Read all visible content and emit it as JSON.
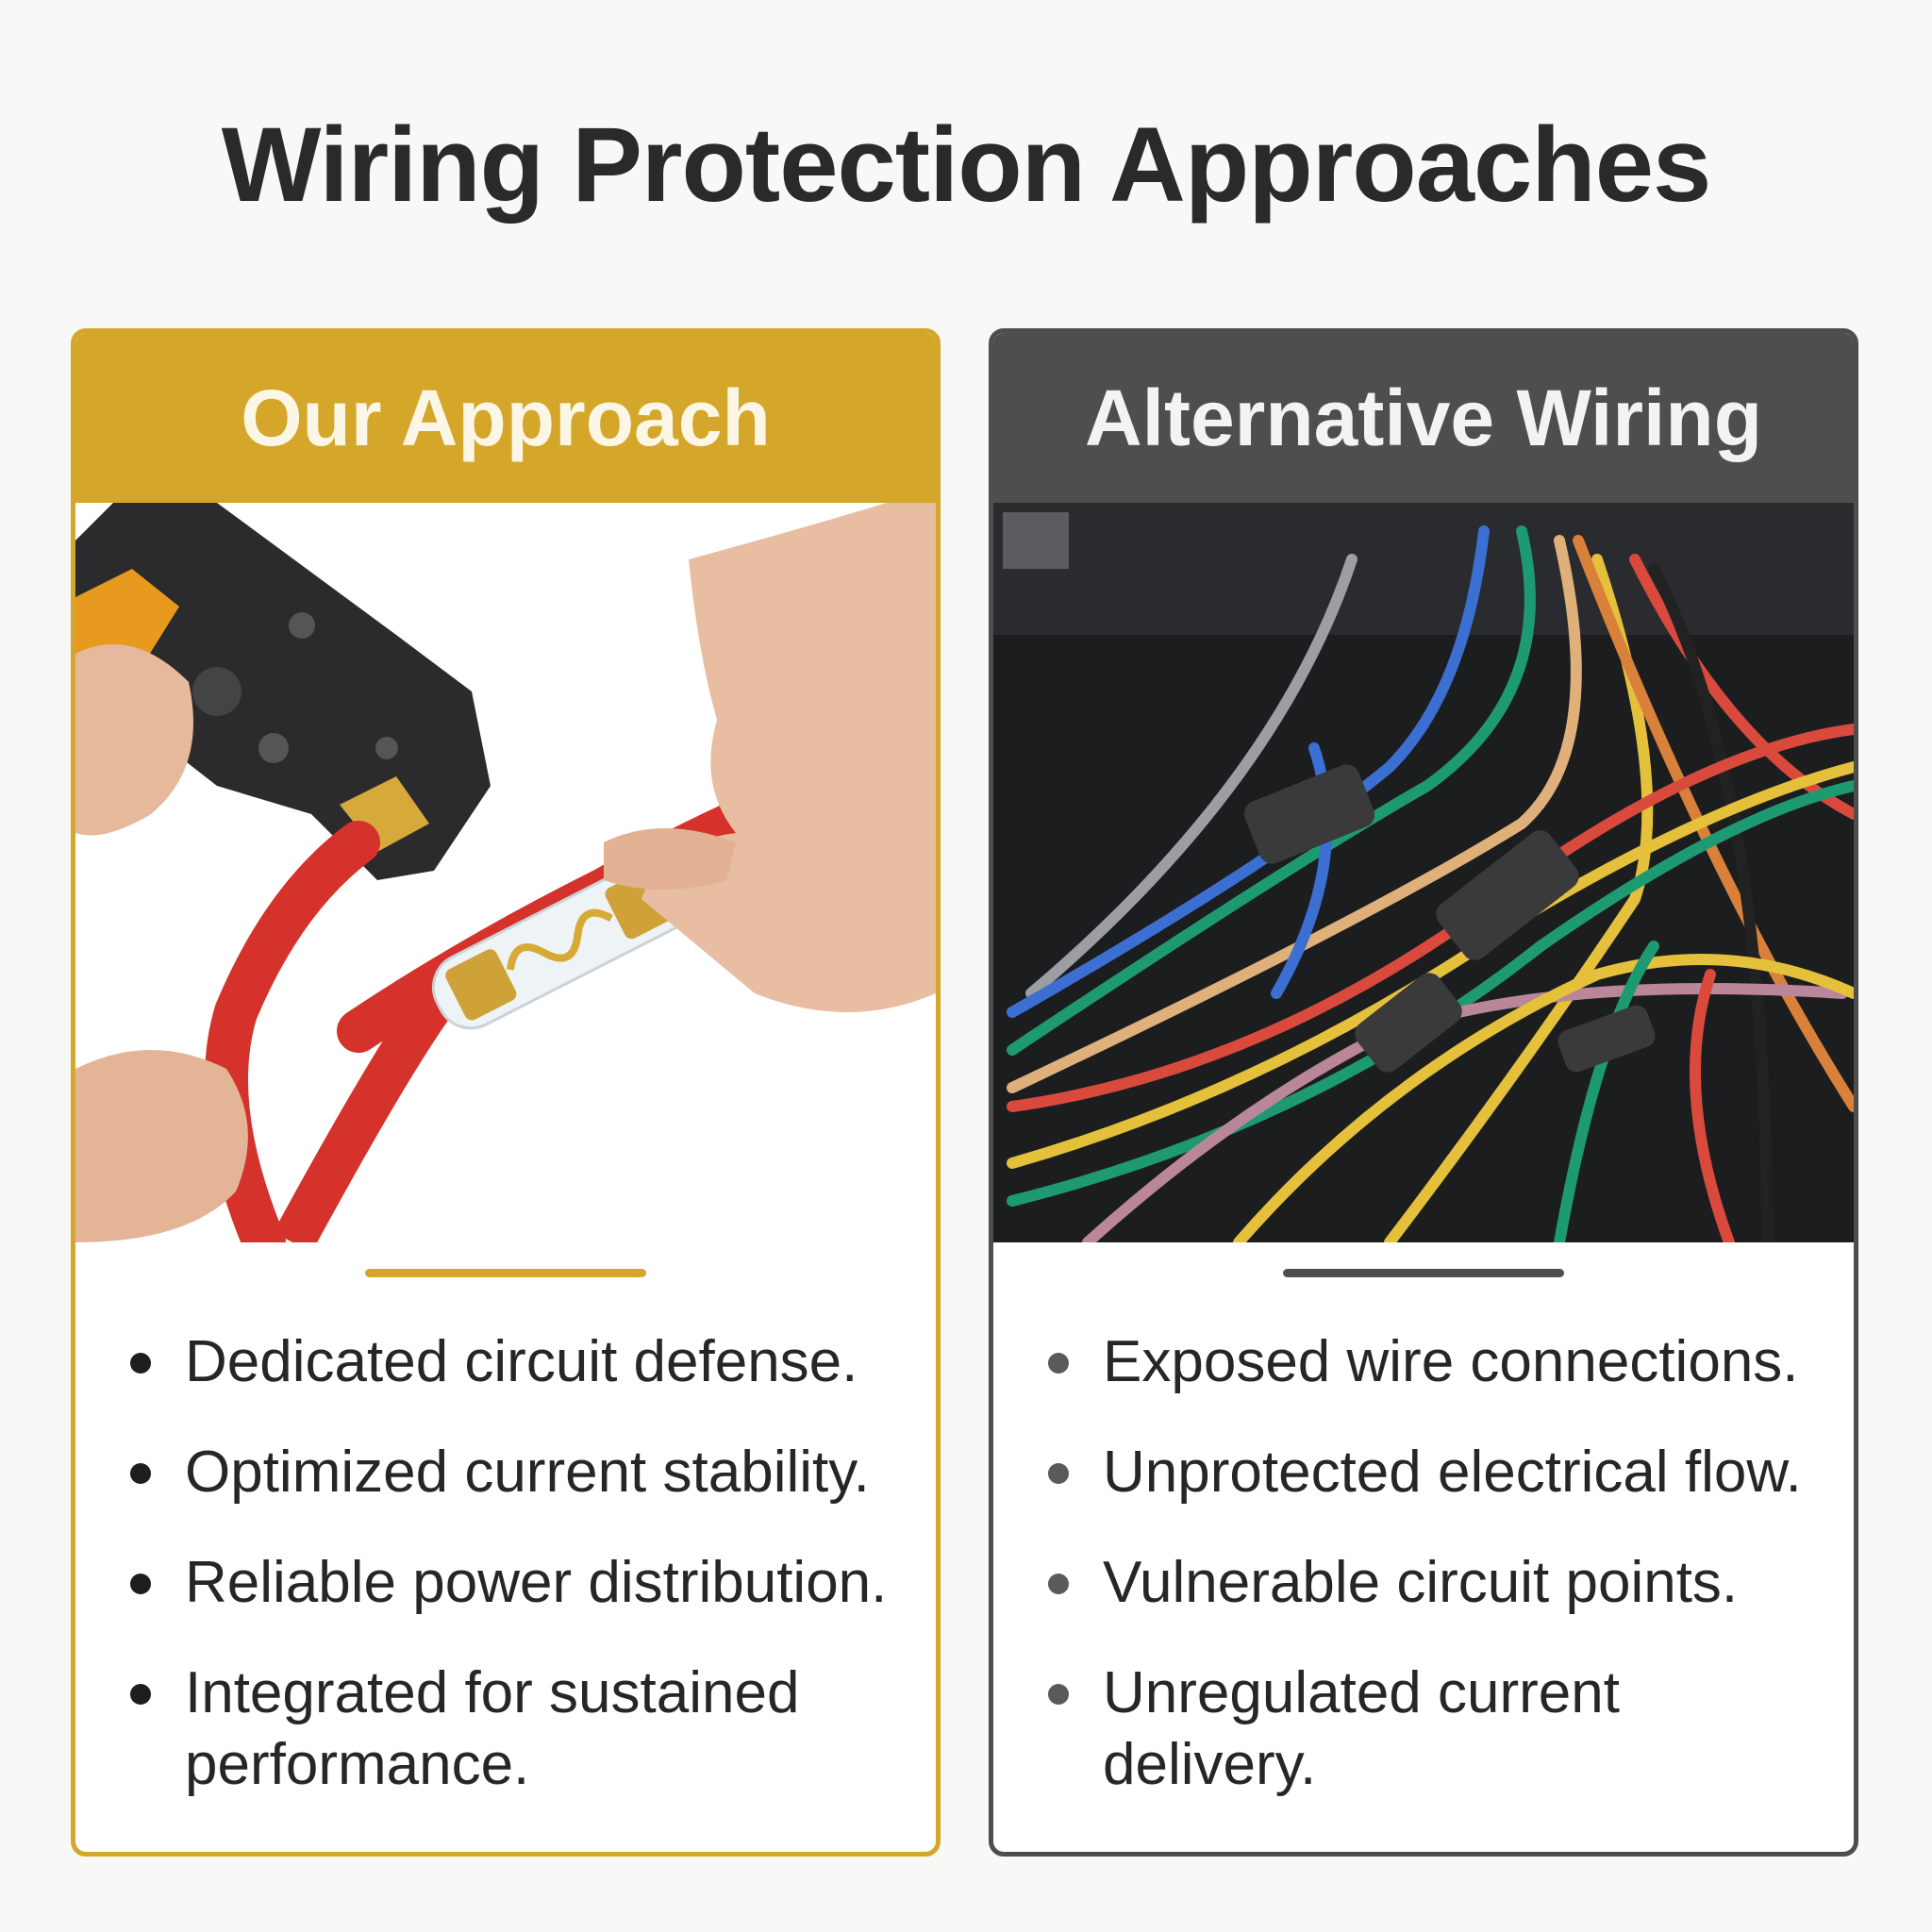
{
  "title": "Wiring Protection Approaches",
  "panels": {
    "left": {
      "header": "Our Approach",
      "accent": "#d4a62a",
      "image": "hands crimping a terminal onto a red wire with an inline glass fuse holder",
      "bullets": [
        "Dedicated circuit defense.",
        "Optimized current stability.",
        "Reliable power distribution.",
        "Integrated for sustained performance."
      ]
    },
    "right": {
      "header": "Alternative Wiring",
      "accent": "#4e4e4e",
      "image": "tangled multicolored wires joined with black electrical tape",
      "bullets": [
        "Exposed wire connections.",
        "Unprotected electrical flow.",
        "Vulnerable circuit points.",
        "Unregulated current delivery."
      ]
    }
  }
}
